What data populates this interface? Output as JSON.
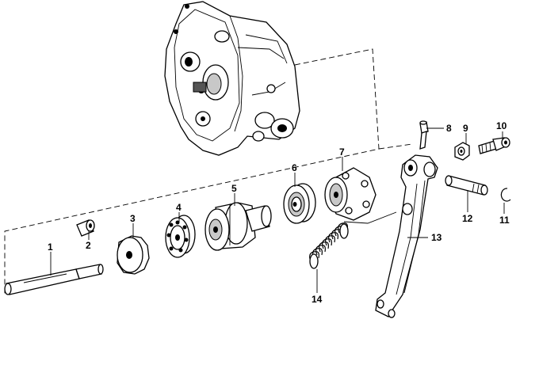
{
  "diagram": {
    "parts": [
      {
        "id": "1",
        "label": "1",
        "name": "shaft"
      },
      {
        "id": "2",
        "label": "2",
        "name": "sleeve"
      },
      {
        "id": "3",
        "label": "3",
        "name": "spacer-disc"
      },
      {
        "id": "4",
        "label": "4",
        "name": "cage-bearing"
      },
      {
        "id": "5",
        "label": "5",
        "name": "release-bearing-guide"
      },
      {
        "id": "6",
        "label": "6",
        "name": "ball-bearing"
      },
      {
        "id": "7",
        "label": "7",
        "name": "bearing-housing"
      },
      {
        "id": "8",
        "label": "8",
        "name": "grease-nipple"
      },
      {
        "id": "9",
        "label": "9",
        "name": "nut"
      },
      {
        "id": "10",
        "label": "10",
        "name": "screw"
      },
      {
        "id": "11",
        "label": "11",
        "name": "circlip"
      },
      {
        "id": "12",
        "label": "12",
        "name": "pin"
      },
      {
        "id": "13",
        "label": "13",
        "name": "release-lever"
      },
      {
        "id": "14",
        "label": "14",
        "name": "spring"
      }
    ]
  }
}
